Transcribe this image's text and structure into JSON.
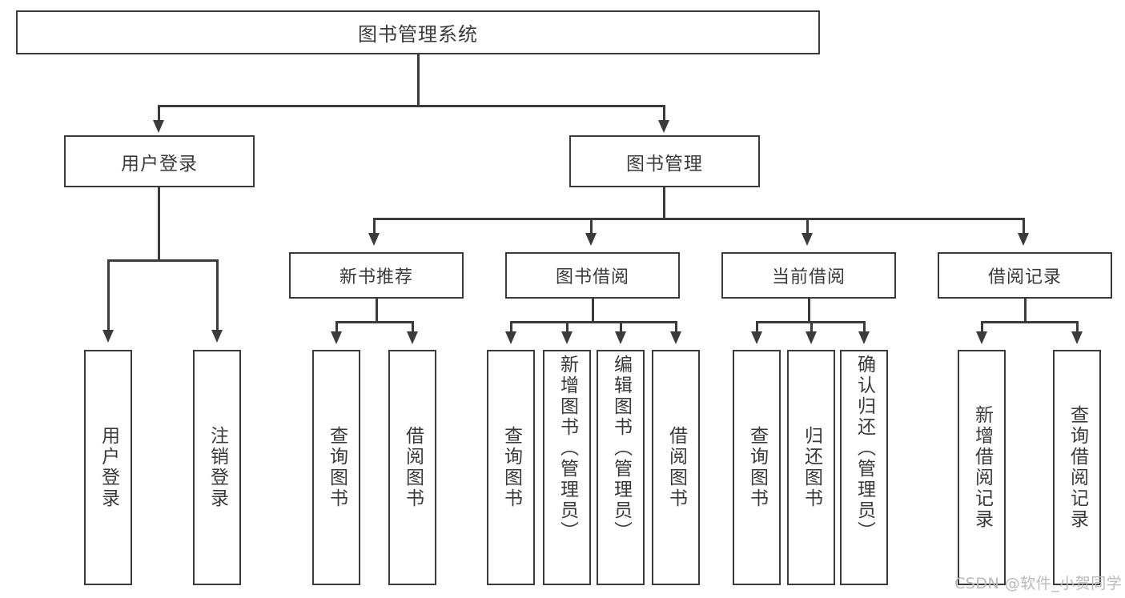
{
  "diagram": {
    "title": "图书管理系统",
    "type": "hierarchy-tree",
    "levels": 4,
    "root": {
      "label": "图书管理系统"
    },
    "level2": [
      {
        "label": "用户登录"
      },
      {
        "label": "图书管理"
      }
    ],
    "level3": [
      {
        "label": "新书推荐"
      },
      {
        "label": "图书借阅"
      },
      {
        "label": "当前借阅"
      },
      {
        "label": "借阅记录"
      }
    ],
    "leaves": {
      "user_login": [
        {
          "label": "用户登录"
        },
        {
          "label": "注销登录"
        }
      ],
      "new_book": [
        {
          "label": "查询图书"
        },
        {
          "label": "借阅图书"
        }
      ],
      "book_borrow": [
        {
          "label": "查询图书"
        },
        {
          "label": "新增图书（管理员）"
        },
        {
          "label": "编辑图书（管理员）"
        },
        {
          "label": "借阅图书"
        }
      ],
      "current_borrow": [
        {
          "label": "查询图书"
        },
        {
          "label": "归还图书"
        },
        {
          "label": "确认归还（管理员）"
        }
      ],
      "borrow_record": [
        {
          "label": "新增借阅记录"
        },
        {
          "label": "查询借阅记录"
        }
      ]
    }
  },
  "watermark": {
    "text": "CSDN @软件_小贺同学"
  },
  "colors": {
    "line": "#3b3b3b",
    "text": "#3a3a3a",
    "background": "#ffffff",
    "watermark": "#b9b9b9"
  }
}
